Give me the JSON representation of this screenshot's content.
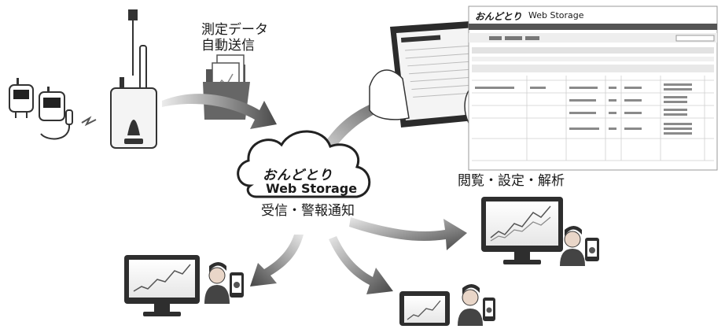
{
  "labels": {
    "send": [
      "測定データ",
      "自動送信"
    ],
    "receive_alert": "受信・警報通知",
    "view_config": "閲覧・設定・解析"
  },
  "cloud_logo": {
    "line1": "おんどとり",
    "line2": "Web Storage"
  },
  "screenshot": {
    "brand": "おんどとり",
    "title": "Web Storage"
  },
  "colors": {
    "arrow_dark": "#4a4a4a",
    "arrow_light": "#dcdcdc",
    "device_gray": "#555555",
    "screen_green": "#7db87d"
  }
}
